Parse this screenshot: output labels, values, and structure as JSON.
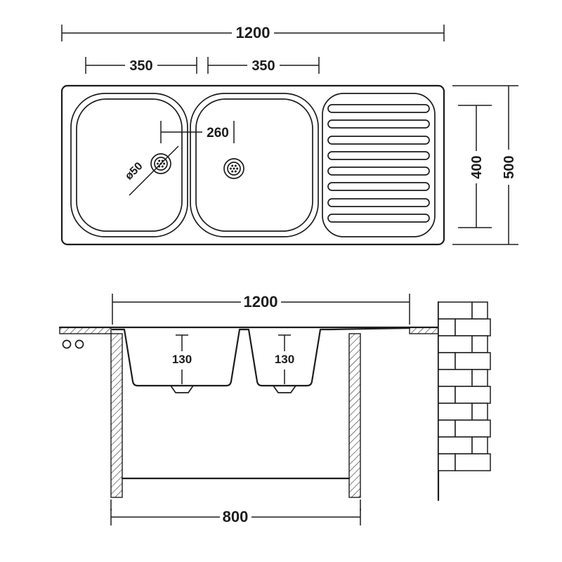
{
  "colors": {
    "line": "#1c1c1c",
    "background": "#ffffff"
  },
  "plan_view": {
    "overall_width": "1200",
    "bowl1_width": "350",
    "bowl2_width": "350",
    "drain_center_distance": "260",
    "drain_diameter": "ø50",
    "inner_depth": "400",
    "overall_depth": "500"
  },
  "section_view": {
    "overall_width": "1200",
    "bowl1_drain_depth": "130",
    "bowl2_drain_depth": "130",
    "base_width": "800"
  }
}
